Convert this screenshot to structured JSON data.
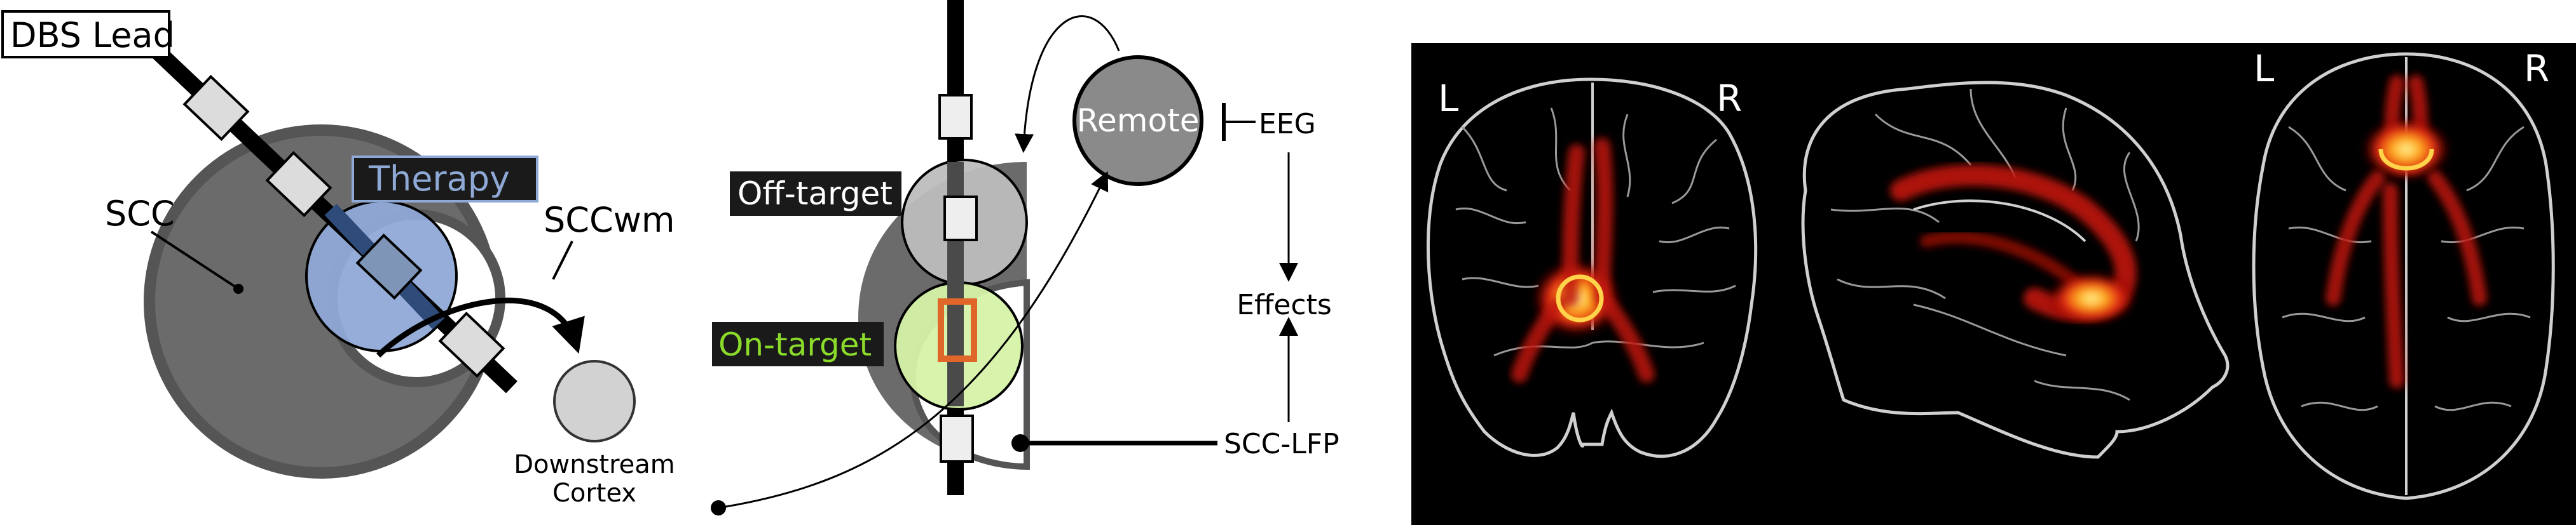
{
  "panel_a": {
    "dbs_lead_label": "DBS Lead",
    "therapy_label": "Therapy",
    "scc_label": "SCC",
    "sccwm_label": "SCCwm",
    "downstream_line1": "Downstream",
    "downstream_line2": "Cortex"
  },
  "panel_b": {
    "off_target_label": "Off-target",
    "on_target_label": "On-target",
    "remote_label": "Remote",
    "eeg_label": "EEG",
    "effects_label": "Effects",
    "scc_lfp_label": "SCC-LFP"
  },
  "panel_c": {
    "coronal_left": "L",
    "coronal_right": "R",
    "axial_left": "L",
    "axial_right": "R"
  },
  "colors": {
    "scc_gray": "#6b6b6b",
    "scc_border": "#555555",
    "therapy_blue": "#8fa9d6",
    "off_target_gray": "#bdbdbd",
    "on_target_green": "#d6f2a8",
    "on_target_label": "#8bdc2a",
    "contact_orange": "#e0662a",
    "panel_c_bg": "#000000"
  }
}
